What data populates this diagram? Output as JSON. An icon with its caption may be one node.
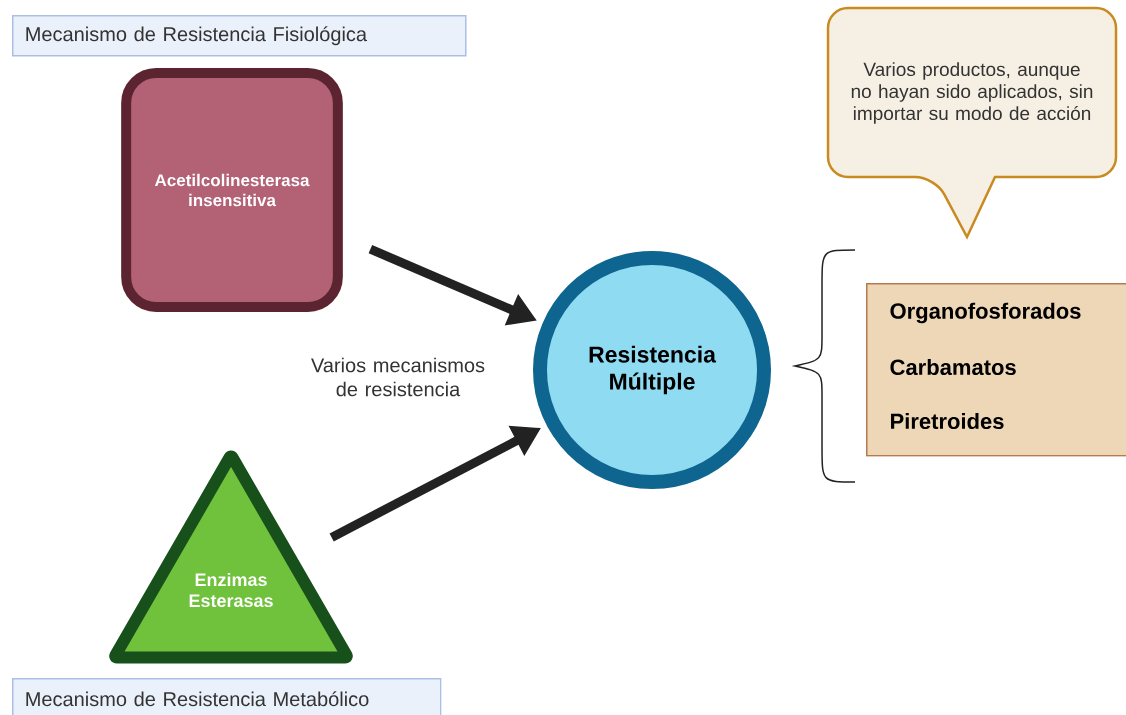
{
  "diagram": {
    "nodes": [
      {
        "text": [
          "Mecanismo de Resistencia Fisiológica"
        ]
      },
      {
        "text": [
          "Varios productos, aunque no hayan sido aplicados, sin importar su modo de acción"
        ]
      },
      {
        "text": [
          "Acetilcolinesterasa insensitiva"
        ]
      },
      {
        "text": [
          "Resistencia Múltiple"
        ]
      },
      {
        "text": [
          "Organofosforados",
          "Carbamatos",
          "Piretroides"
        ]
      },
      {
        "text": [
          "Enzimas Esterasas"
        ]
      },
      {
        "text": [
          "Mecanismo de Resistencia Metabólico"
        ]
      }
    ],
    "edges": [
      {
        "from": 2,
        "to": 3,
        "arrow": "to"
      },
      {
        "from": 5,
        "to": 3,
        "arrow": "to"
      }
    ],
    "labels": [
      "Varios mecanismos de resistencia"
    ]
  }
}
